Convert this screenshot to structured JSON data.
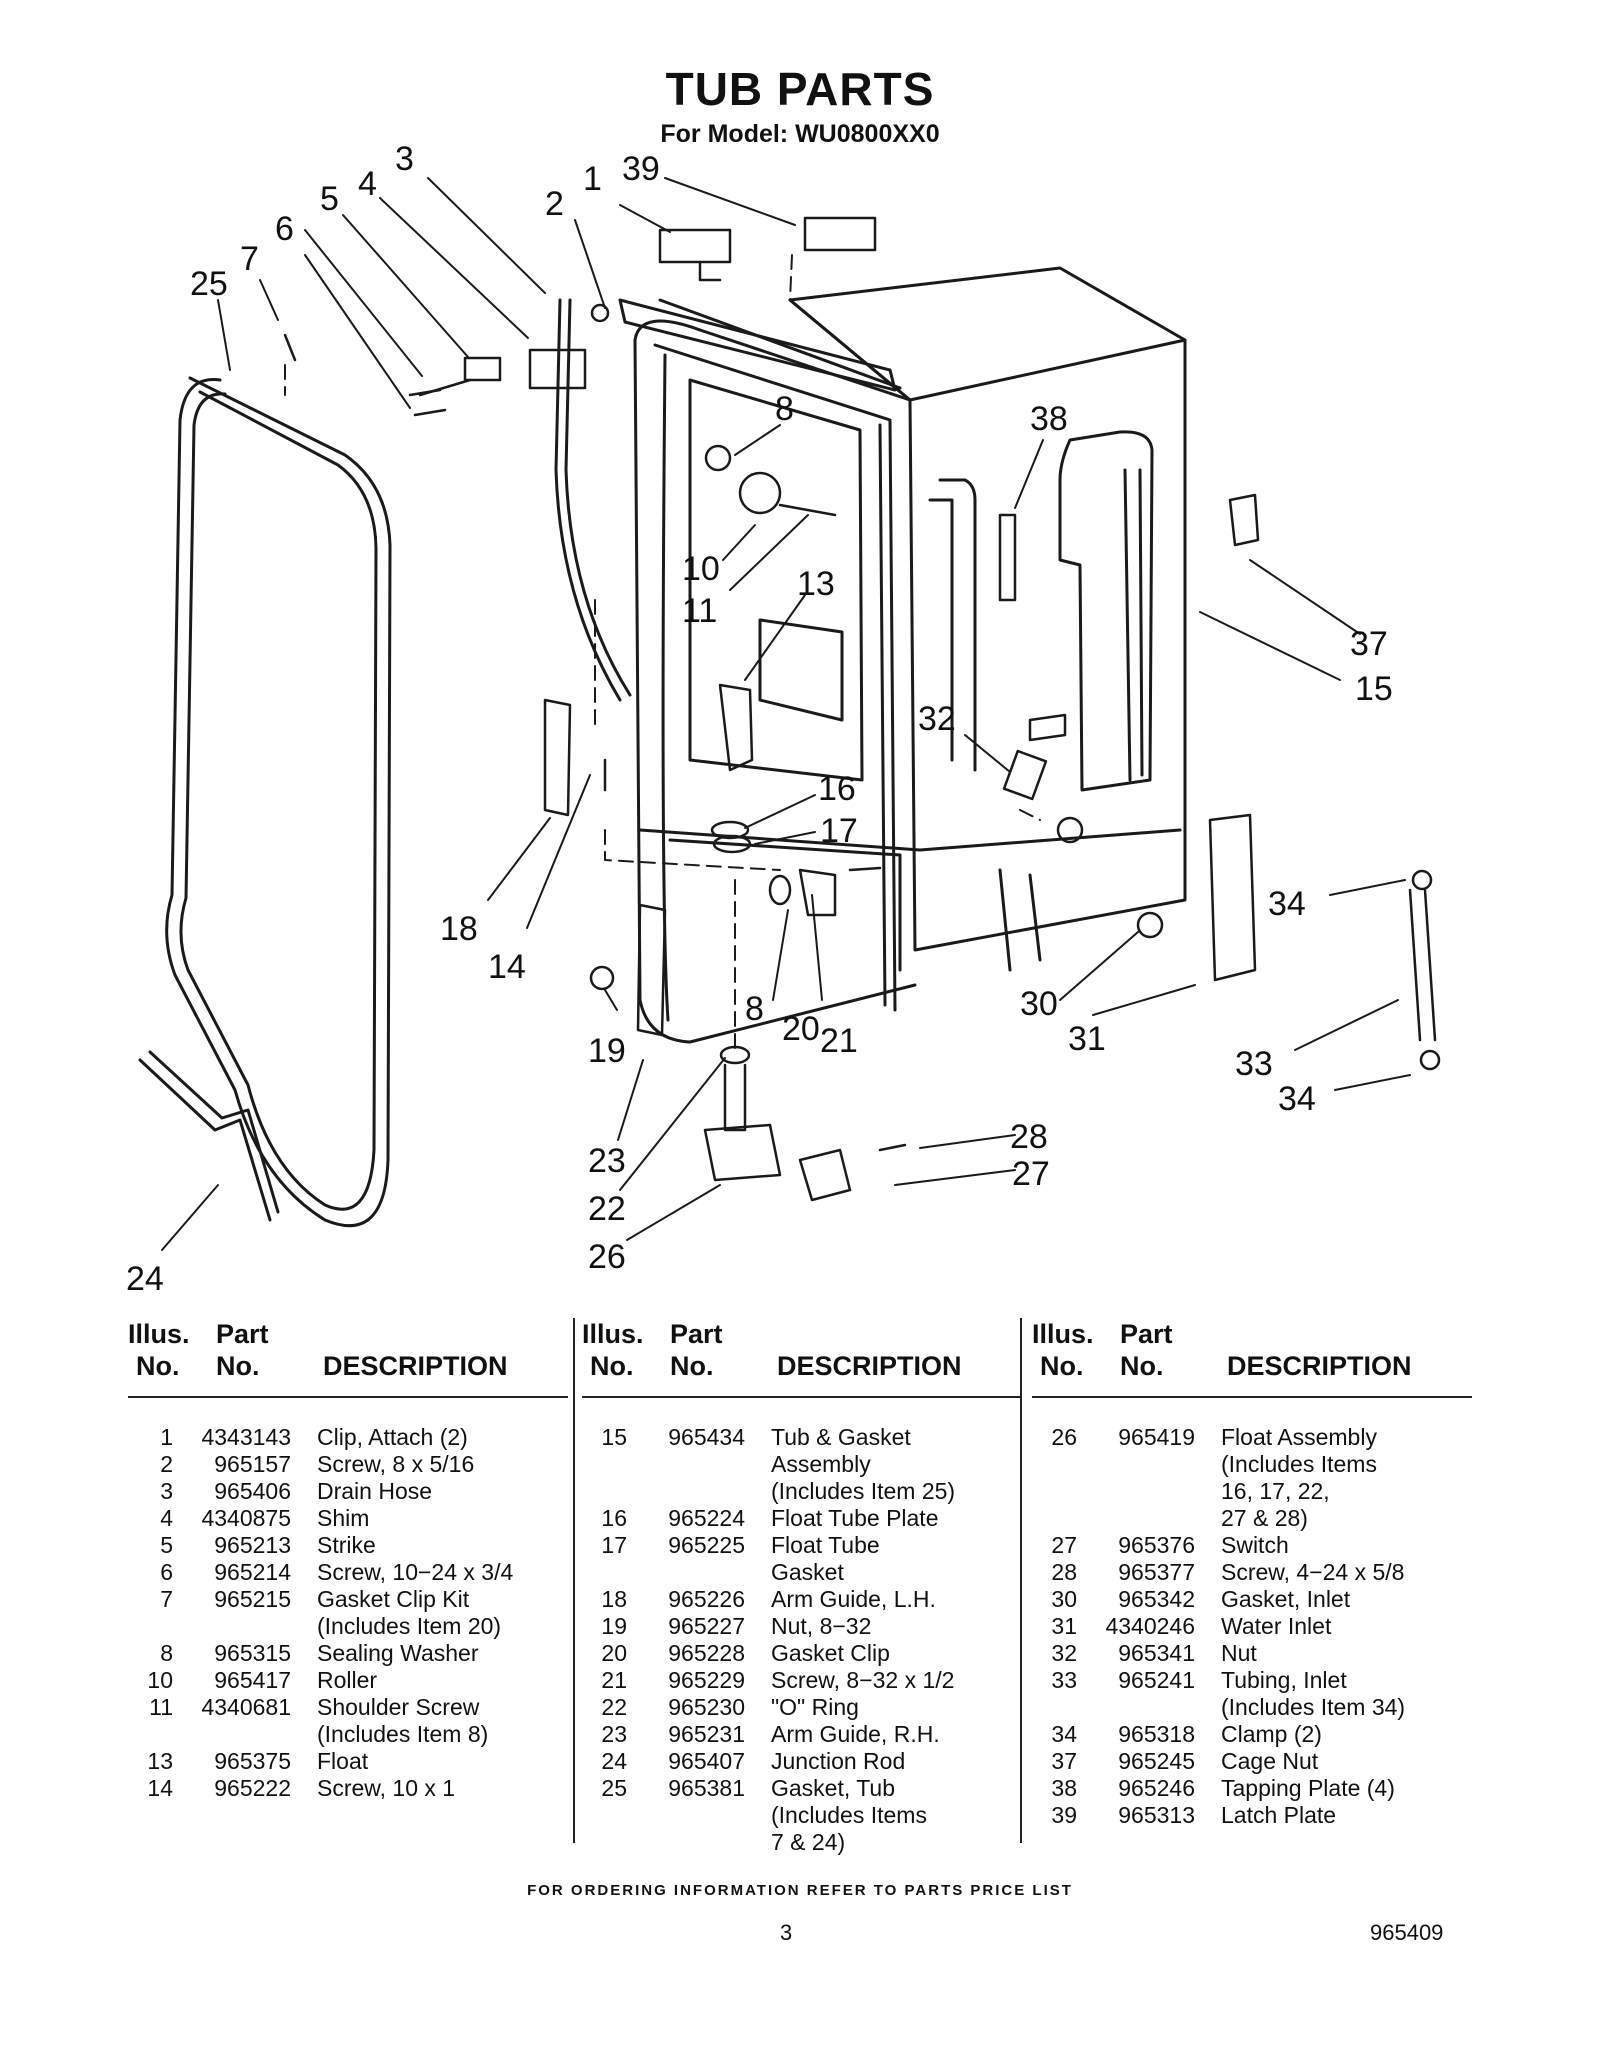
{
  "title": "TUB PARTS",
  "subtitle": "For Model: WU0800XX0",
  "table_headers": {
    "illus_line1": "Illus.",
    "illus_line2": "No.",
    "part_line1": "Part",
    "part_line2": "No.",
    "description": "DESCRIPTION"
  },
  "columns": [
    [
      {
        "no": "1",
        "part": "4343143",
        "desc": "Clip, Attach (2)"
      },
      {
        "no": "2",
        "part": "965157",
        "desc": "Screw, 8 x 5/16"
      },
      {
        "no": "3",
        "part": "965406",
        "desc": "Drain Hose"
      },
      {
        "no": "4",
        "part": "4340875",
        "desc": "Shim"
      },
      {
        "no": "5",
        "part": "965213",
        "desc": "Strike"
      },
      {
        "no": "6",
        "part": "965214",
        "desc": "Screw, 10−24 x 3/4"
      },
      {
        "no": "7",
        "part": "965215",
        "desc": "Gasket Clip Kit\n(Includes Item 20)"
      },
      {
        "no": "8",
        "part": "965315",
        "desc": "Sealing Washer"
      },
      {
        "no": "10",
        "part": "965417",
        "desc": "Roller"
      },
      {
        "no": "11",
        "part": "4340681",
        "desc": "Shoulder Screw\n(Includes Item 8)"
      },
      {
        "no": "13",
        "part": "965375",
        "desc": "Float"
      },
      {
        "no": "14",
        "part": "965222",
        "desc": "Screw, 10 x 1"
      }
    ],
    [
      {
        "no": "15",
        "part": "965434",
        "desc": "Tub & Gasket\nAssembly\n(Includes Item 25)"
      },
      {
        "no": "16",
        "part": "965224",
        "desc": "Float Tube Plate"
      },
      {
        "no": "17",
        "part": "965225",
        "desc": "Float Tube\nGasket"
      },
      {
        "no": "18",
        "part": "965226",
        "desc": "Arm Guide, L.H."
      },
      {
        "no": "19",
        "part": "965227",
        "desc": "Nut, 8−32"
      },
      {
        "no": "20",
        "part": "965228",
        "desc": "Gasket Clip"
      },
      {
        "no": "21",
        "part": "965229",
        "desc": "Screw, 8−32 x 1/2"
      },
      {
        "no": "22",
        "part": "965230",
        "desc": "\"O\" Ring"
      },
      {
        "no": "23",
        "part": "965231",
        "desc": "Arm Guide, R.H."
      },
      {
        "no": "24",
        "part": "965407",
        "desc": "Junction Rod"
      },
      {
        "no": "25",
        "part": "965381",
        "desc": "Gasket, Tub\n(Includes Items\n7 & 24)"
      }
    ],
    [
      {
        "no": "26",
        "part": "965419",
        "desc": "Float Assembly\n(Includes Items\n16, 17, 22,\n27 & 28)"
      },
      {
        "no": "27",
        "part": "965376",
        "desc": "Switch"
      },
      {
        "no": "28",
        "part": "965377",
        "desc": "Screw, 4−24 x 5/8"
      },
      {
        "no": "30",
        "part": "965342",
        "desc": "Gasket, Inlet"
      },
      {
        "no": "31",
        "part": "4340246",
        "desc": "Water Inlet"
      },
      {
        "no": "32",
        "part": "965341",
        "desc": "Nut"
      },
      {
        "no": "33",
        "part": "965241",
        "desc": "Tubing, Inlet\n(Includes Item 34)"
      },
      {
        "no": "34",
        "part": "965318",
        "desc": "Clamp (2)"
      },
      {
        "no": "37",
        "part": "965245",
        "desc": "Cage Nut"
      },
      {
        "no": "38",
        "part": "965246",
        "desc": "Tapping Plate (4)"
      },
      {
        "no": "39",
        "part": "965313",
        "desc": "Latch Plate"
      }
    ]
  ],
  "diagram_callouts": [
    "39",
    "1",
    "2",
    "3",
    "4",
    "5",
    "6",
    "7",
    "25",
    "8",
    "38",
    "10",
    "11",
    "13",
    "37",
    "15",
    "32",
    "16",
    "17",
    "18",
    "14",
    "34",
    "8",
    "20",
    "30",
    "19",
    "21",
    "31",
    "33",
    "34",
    "28",
    "23",
    "27",
    "22",
    "26",
    "24"
  ],
  "footer": "FOR ORDERING INFORMATION REFER TO PARTS PRICE LIST",
  "page_number": "3",
  "document_number": "965409"
}
